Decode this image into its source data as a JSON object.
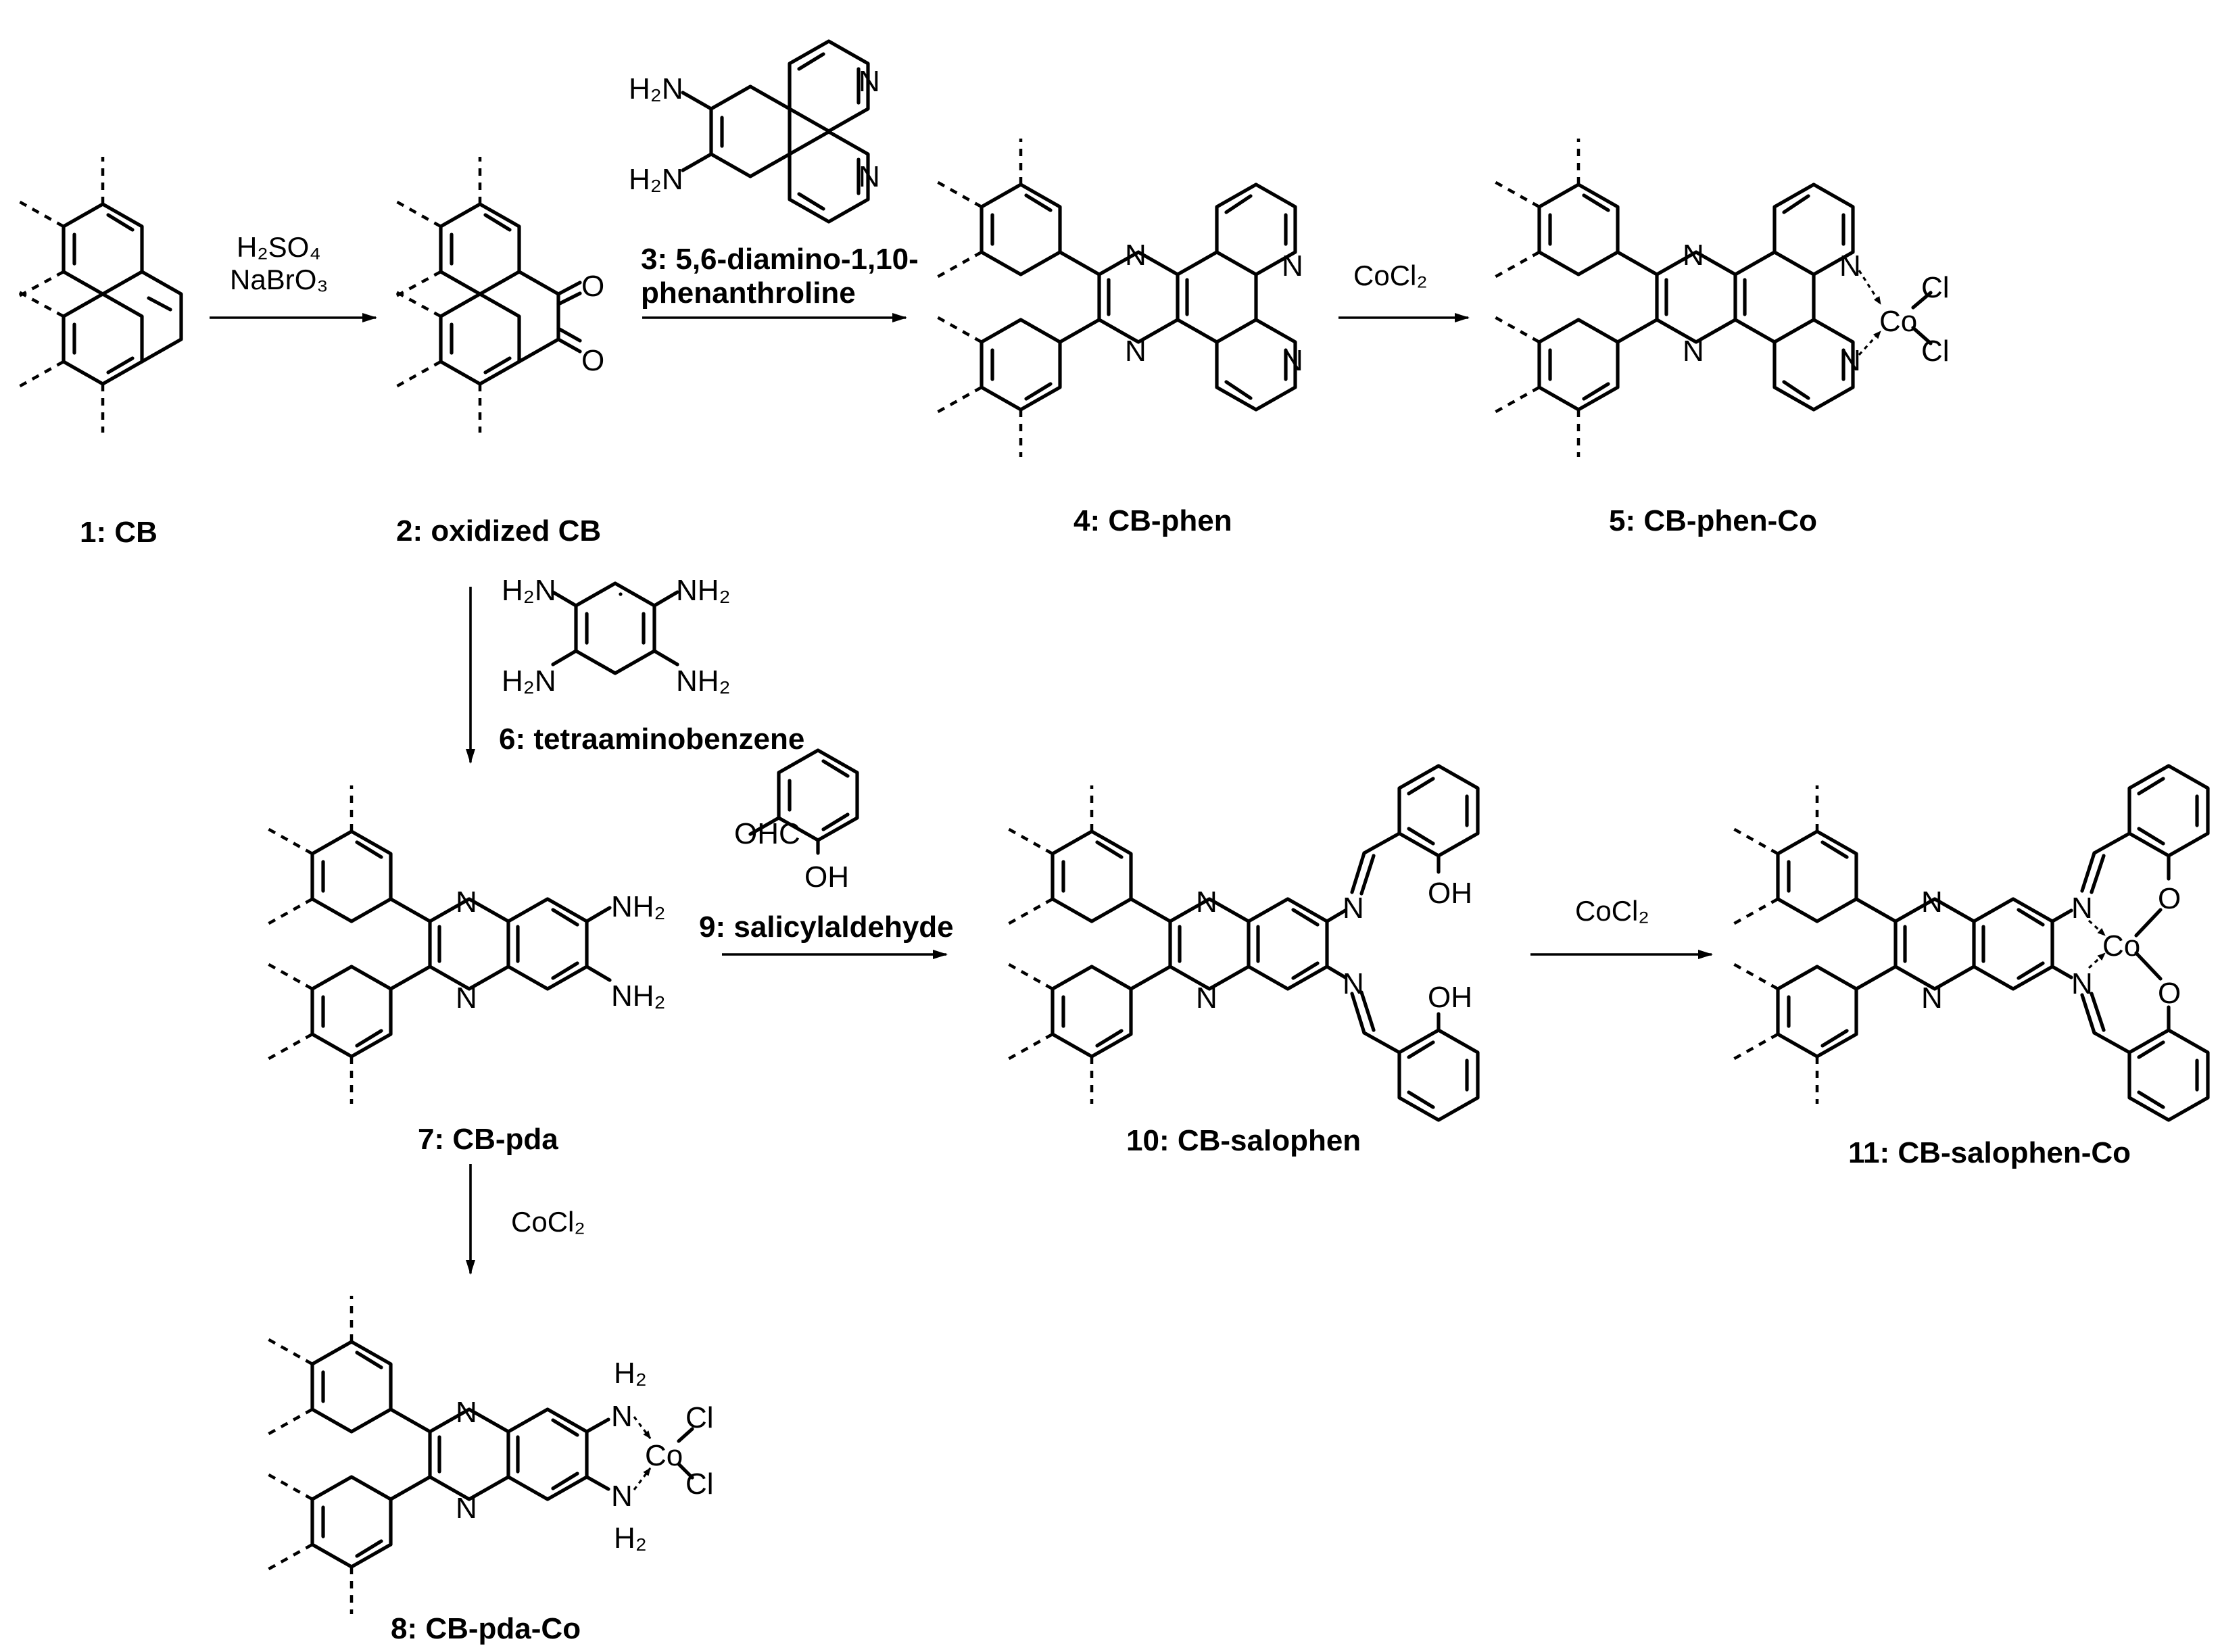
{
  "compounds": {
    "c1": "1: CB",
    "c2": "2: oxidized CB",
    "c3_line1": "3: 5,6-diamino-1,10-",
    "c3_line2": "phenanthroline",
    "c4": "4: CB-phen",
    "c5": "5: CB-phen-Co",
    "c6": "6: tetraaminobenzene",
    "c7": "7: CB-pda",
    "c8": "8: CB-pda-Co",
    "c9": "9: salicylaldehyde",
    "c10": "10: CB-salophen",
    "c11": "11: CB-salophen-Co"
  },
  "reagents": {
    "acid": "H₂SO₄",
    "oxidant": "NaBrO₃",
    "cobalt_salt": "CoCl₂"
  },
  "atoms": {
    "N": "N",
    "O": "O",
    "Cl": "Cl",
    "Co": "Co",
    "H2N": "H₂N",
    "NH2": "NH₂",
    "H2": "H₂",
    "OH": "OH",
    "OHC": "OHC"
  }
}
